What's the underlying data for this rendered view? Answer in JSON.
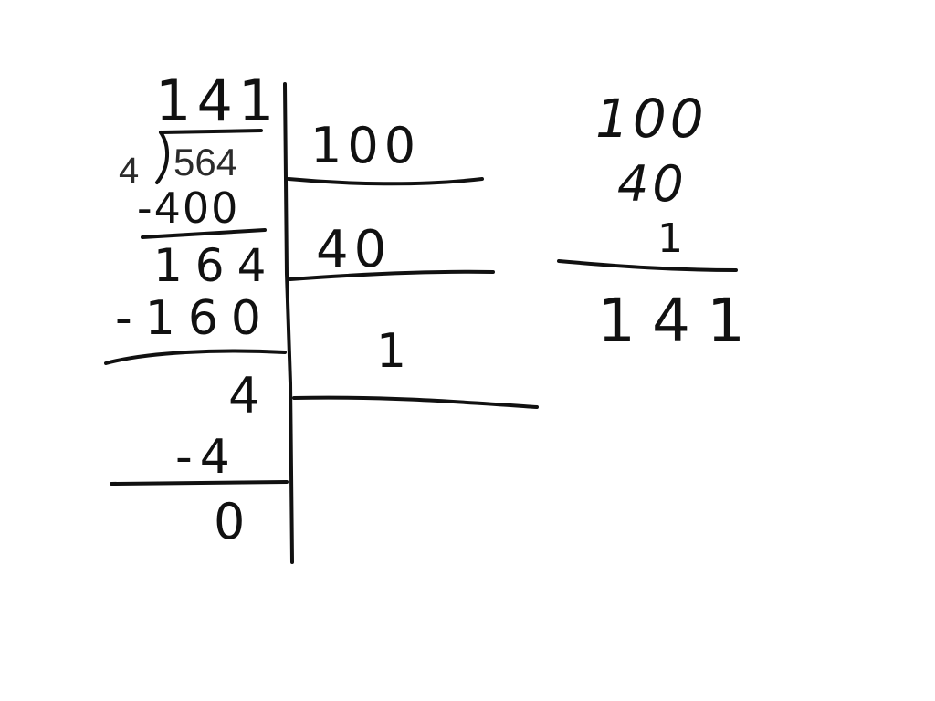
{
  "long_division": {
    "divisor": "4",
    "dividend": "564",
    "quotient": "141",
    "steps": [
      {
        "subtract": "-400",
        "remainder": "164"
      },
      {
        "subtract": "-160",
        "remainder": "4"
      },
      {
        "subtract": "-4",
        "remainder": "0"
      }
    ]
  },
  "partial_quotients": [
    "100",
    "40",
    "1"
  ],
  "sum": {
    "addends": [
      "100",
      "40",
      "1"
    ],
    "total": "141"
  },
  "colors": {
    "ink": "#111111",
    "typed_ink": "#2b2b2b",
    "background": "#ffffff"
  }
}
